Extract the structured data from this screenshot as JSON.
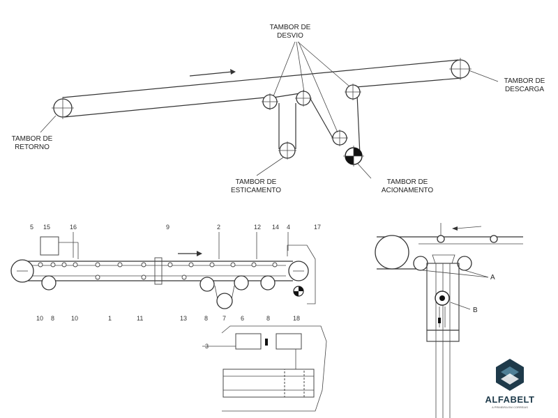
{
  "top_diagram": {
    "labels": {
      "desvio_1": "TAMBOR DE",
      "desvio_2": "DESVIO",
      "descarga_1": "TAMBOR DE",
      "descarga_2": "DESCARGA",
      "retorno_1": "TAMBOR DE",
      "retorno_2": "RETORNO",
      "esticamento_1": "TAMBOR DE",
      "esticamento_2": "ESTICAMENTO",
      "acionamento_1": "TAMBOR DE",
      "acionamento_2": "ACIONAMENTO"
    }
  },
  "bottom_left_diagram": {
    "top_numbers": [
      "5",
      "15",
      "16",
      "9",
      "2",
      "12",
      "14",
      "4",
      "17"
    ],
    "bottom_numbers": [
      "10",
      "8",
      "10",
      "1",
      "11",
      "13",
      "8",
      "7",
      "6",
      "8",
      "18"
    ],
    "side_number": "3"
  },
  "bottom_right_diagram": {
    "label_a": "A",
    "label_b": "B"
  },
  "logo": {
    "name": "ALFABELT",
    "tagline": "A PRIMEIRA EM CORREIAS",
    "colors": {
      "dark": "#1e3a4a",
      "light": "#4f7f96"
    }
  }
}
